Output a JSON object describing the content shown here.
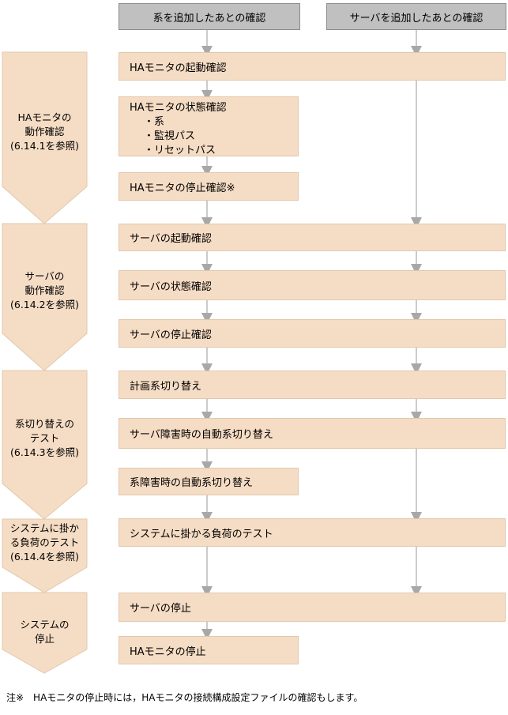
{
  "headers": {
    "system_add": "系を追加したあとの確認",
    "server_add": "サーバを追加したあとの確認"
  },
  "phases": [
    {
      "lines": [
        "HAモニタの",
        "動作確認",
        "(6.14.1を参照)"
      ]
    },
    {
      "lines": [
        "サーバの",
        "動作確認",
        "(6.14.2を参照)"
      ]
    },
    {
      "lines": [
        "系切り替えの",
        "テスト",
        "(6.14.3を参照)"
      ]
    },
    {
      "lines": [
        "システムに掛か",
        "る負荷のテスト",
        "(6.14.4を参照)"
      ]
    },
    {
      "lines": [
        "システムの",
        "停止"
      ]
    }
  ],
  "steps": {
    "ha_start": "HAモニタの起動確認",
    "ha_status": {
      "title": "HAモニタの状態確認",
      "items": [
        "・系",
        "・監視パス",
        "・リセットパス"
      ]
    },
    "ha_stop": "HAモニタの停止確認※",
    "server_start": "サーバの起動確認",
    "server_status": "サーバの状態確認",
    "server_stop": "サーバの停止確認",
    "planned_switch": "計画系切り替え",
    "server_fault_switch": "サーバ障害時の自動系切り替え",
    "system_fault_switch": "系障害時の自動系切り替え",
    "load_test": "システムに掛かる負荷のテスト",
    "server_shutdown": "サーバの停止",
    "ha_shutdown": "HAモニタの停止"
  },
  "note": "注※　HAモニタの停止時には，HAモニタの接続構成設定ファイルの確認もします。",
  "colors": {
    "step_fill": "#f5dcc4",
    "header_fill": "#c0c0c0",
    "arrow": "#a8a8a8"
  }
}
